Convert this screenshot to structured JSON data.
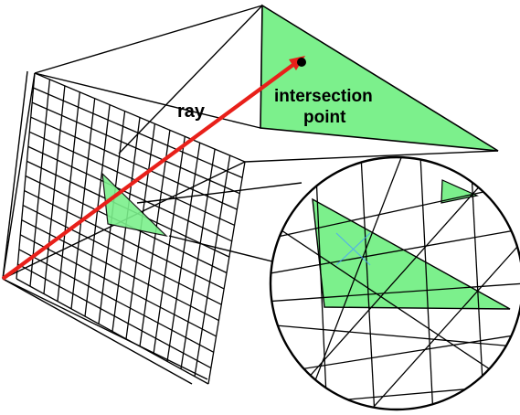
{
  "labels": {
    "ray": "ray",
    "intersection_line1": "intersection",
    "intersection_line2": "point"
  },
  "colors": {
    "triangle_fill": "#7CF08C",
    "ray": "#E8201A",
    "line": "#000000",
    "background": "#FFFFFF"
  },
  "diagram": {
    "grid_rows": 14,
    "grid_cols": 14
  }
}
